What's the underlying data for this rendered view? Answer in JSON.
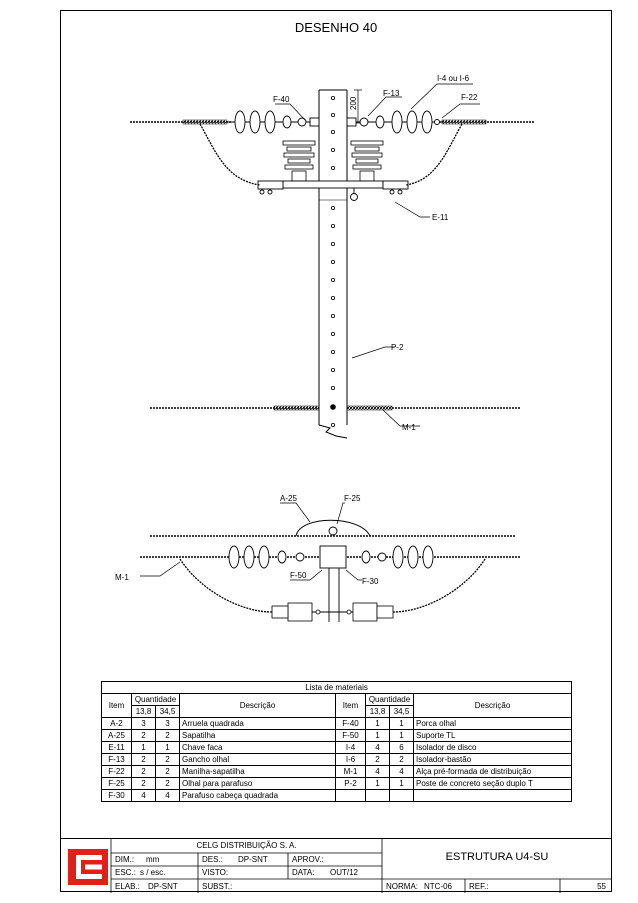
{
  "drawing": {
    "title": "DESENHO 40",
    "dimension": "200",
    "labels": {
      "f40_top": "F-40",
      "f13": "F-13",
      "i4_i6": "I-4 ou I-6",
      "f22": "F-22",
      "e11": "E-11",
      "p2": "P-2",
      "m1_top": "M-1",
      "a25": "A-25",
      "f25": "F-25",
      "m1_plan": "M-1",
      "f50": "F-50",
      "f30": "F-30"
    }
  },
  "materials": {
    "caption": "Lista de materiais",
    "headers": {
      "item": "Item",
      "quantidade": "Quantidade",
      "v1": "13,8",
      "v2": "34,5",
      "descricao": "Descrição"
    },
    "rows": [
      {
        "l_item": "A-2",
        "l_q1": "3",
        "l_q2": "3",
        "l_desc": "Arruela quadrada",
        "r_item": "F-40",
        "r_q1": "1",
        "r_q2": "1",
        "r_desc": "Porca olhal"
      },
      {
        "l_item": "A-25",
        "l_q1": "2",
        "l_q2": "2",
        "l_desc": "Sapatilha",
        "r_item": "F-50",
        "r_q1": "1",
        "r_q2": "1",
        "r_desc": "Suporte TL"
      },
      {
        "l_item": "E-11",
        "l_q1": "1",
        "l_q2": "1",
        "l_desc": "Chave faca",
        "r_item": "I-4",
        "r_q1": "4",
        "r_q2": "6",
        "r_desc": "Isolador de disco"
      },
      {
        "l_item": "F-13",
        "l_q1": "2",
        "l_q2": "2",
        "l_desc": "Gancho olhal",
        "r_item": "I-6",
        "r_q1": "2",
        "r_q2": "2",
        "r_desc": "Isolador-bastão"
      },
      {
        "l_item": "F-22",
        "l_q1": "2",
        "l_q2": "2",
        "l_desc": "Manilha-sapatilha",
        "r_item": "M-1",
        "r_q1": "4",
        "r_q2": "4",
        "r_desc": "Alça pré-formada de distribuição"
      },
      {
        "l_item": "F-25",
        "l_q1": "2",
        "l_q2": "2",
        "l_desc": "Olhal para parafuso",
        "r_item": "P-2",
        "r_q1": "1",
        "r_q2": "1",
        "r_desc": "Poste de concreto seção duplo T"
      },
      {
        "l_item": "F-30",
        "l_q1": "4",
        "l_q2": "4",
        "l_desc": "Parafuso cabeça quadrada",
        "r_item": "",
        "r_q1": "",
        "r_q2": "",
        "r_desc": ""
      }
    ]
  },
  "titleblock": {
    "company": "CELG DISTRIBUIÇÃO S. A.",
    "dim_label": "DIM.:",
    "dim_value": "mm",
    "des_label": "DES.:",
    "des_value": "DP-SNT",
    "aprov_label": "APROV.:",
    "esc_label": "ESC.:",
    "esc_value": "s / esc.",
    "visto_label": "VISTO:",
    "data_label": "DATA:",
    "data_value": "OUT/12",
    "elab_label": "ELAB.:",
    "elab_value": "DP-SNT",
    "subst_label": "SUBST.:",
    "norma_label": "NORMA:",
    "norma_value": "NTC-06",
    "ref_label": "REF.:",
    "drawing_name": "ESTRUTURA U4-SU",
    "page_number": "55",
    "logo_color": "#e0201b"
  }
}
